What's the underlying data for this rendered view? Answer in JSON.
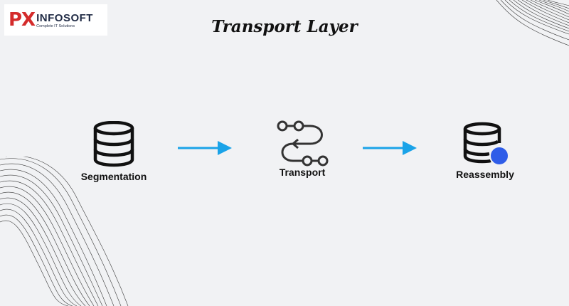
{
  "logo": {
    "mark": "PX",
    "name": "INFOSOFT",
    "tagline": "Complete IT Solutions"
  },
  "title": "Transport Layer",
  "steps": [
    {
      "label": "Segmentation",
      "icon": "database-icon"
    },
    {
      "label": "Transport",
      "icon": "process-flow-icon"
    },
    {
      "label": "Reassembly",
      "icon": "database-sync-icon"
    }
  ],
  "colors": {
    "background": "#f1f2f4",
    "arrow": "#1aa3e8",
    "accent_dot": "#2f5de8",
    "logo_red": "#d42b2b",
    "text": "#111111"
  }
}
